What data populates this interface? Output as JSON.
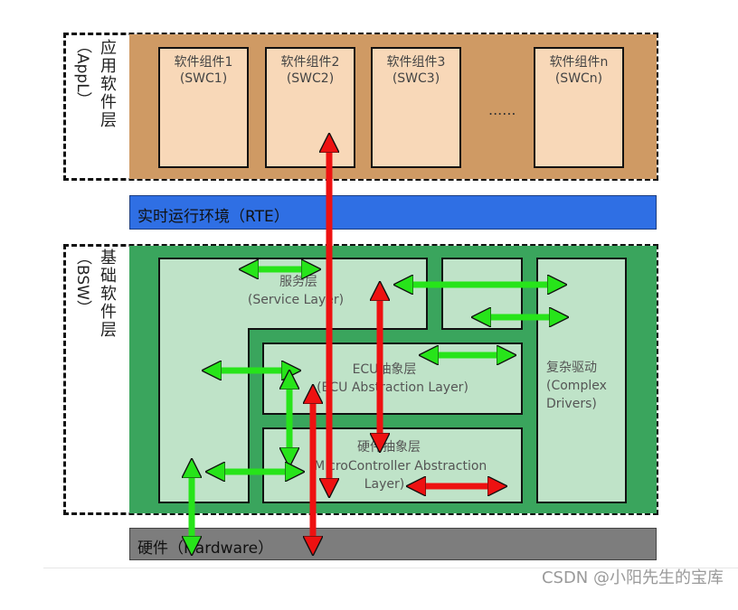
{
  "app_layer": {
    "side_label": [
      "应",
      "用",
      "软",
      "件",
      "层"
    ],
    "side_label_en": "（AppL）",
    "components": [
      {
        "name": "软件组件1",
        "code": "(SWC1)"
      },
      {
        "name": "软件组件2",
        "code": "(SWC2)"
      },
      {
        "name": "软件组件3",
        "code": "(SWC3)"
      },
      {
        "name": "软件组件n",
        "code": "(SWCn)"
      }
    ],
    "ellipsis": "......"
  },
  "rte": {
    "label": "实时运行环境（RTE）",
    "color": "#2f6fe4"
  },
  "bsw": {
    "side_label": [
      "基",
      "础",
      "软",
      "件",
      "层"
    ],
    "side_label_en": "（BSW）",
    "service": {
      "title": "服务层",
      "subtitle": "(Service Layer)"
    },
    "ecu": {
      "title": "ECU抽象层",
      "subtitle": "(ECU Abstraction Layer)"
    },
    "mcal": {
      "title": "硬件抽象层",
      "subtitle_1": "(MicroController Abstraction",
      "subtitle_2": "Layer)"
    },
    "cdd": {
      "title": "复杂驱动",
      "subtitle_1": "(Complex",
      "subtitle_2": "Drivers)"
    }
  },
  "hardware": {
    "label": "硬件（Hardware）",
    "color": "#7d7d7d"
  },
  "watermark": "CSDN @小阳先生的宝库",
  "colors": {
    "green_arrow": "#27e41a",
    "red_arrow": "#ee1111",
    "app_bg": "#cf9a64",
    "bsw_bg": "#3aa55d"
  }
}
